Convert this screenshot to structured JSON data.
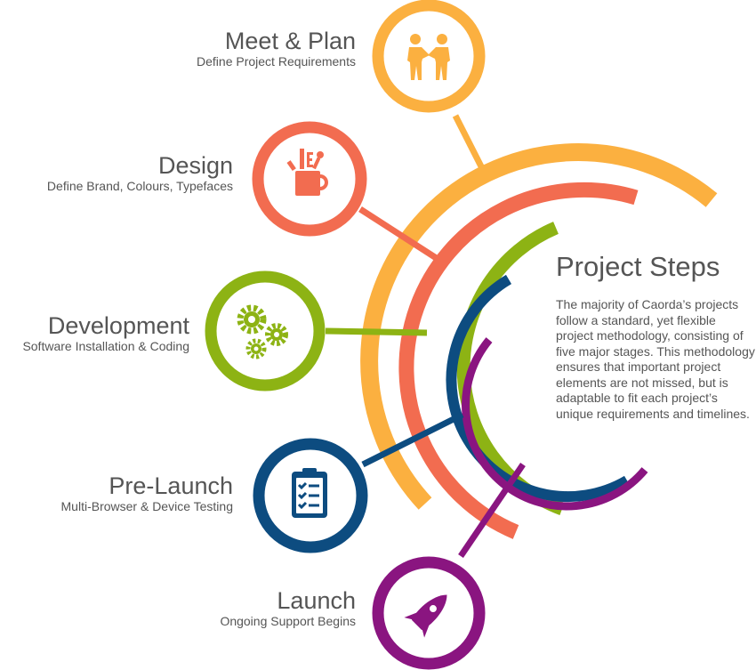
{
  "steps": [
    {
      "title": "Meet & Plan",
      "subtitle": "Define Project Requirements",
      "color": "#FBB040",
      "icon": "handshake-people-icon"
    },
    {
      "title": "Design",
      "subtitle": "Define Brand, Colours, Typefaces",
      "color": "#F26C50",
      "icon": "pencil-cup-icon"
    },
    {
      "title": "Development",
      "subtitle": "Software Installation & Coding",
      "color": "#8DB314",
      "icon": "gears-icon"
    },
    {
      "title": "Pre-Launch",
      "subtitle": "Multi-Browser & Device Testing",
      "color": "#0D4C80",
      "icon": "clipboard-checklist-icon"
    },
    {
      "title": "Launch",
      "subtitle": "Ongoing Support Begins",
      "color": "#8A1580",
      "icon": "rocket-icon"
    }
  ],
  "panel": {
    "heading": "Project Steps",
    "body": "The majority of Caorda’s projects follow a standard, yet flexible project methodology, consisting of five major stages. This methodology ensures that important project elements are not missed, but is adaptable to fit each project’s unique requirements and timelines."
  }
}
